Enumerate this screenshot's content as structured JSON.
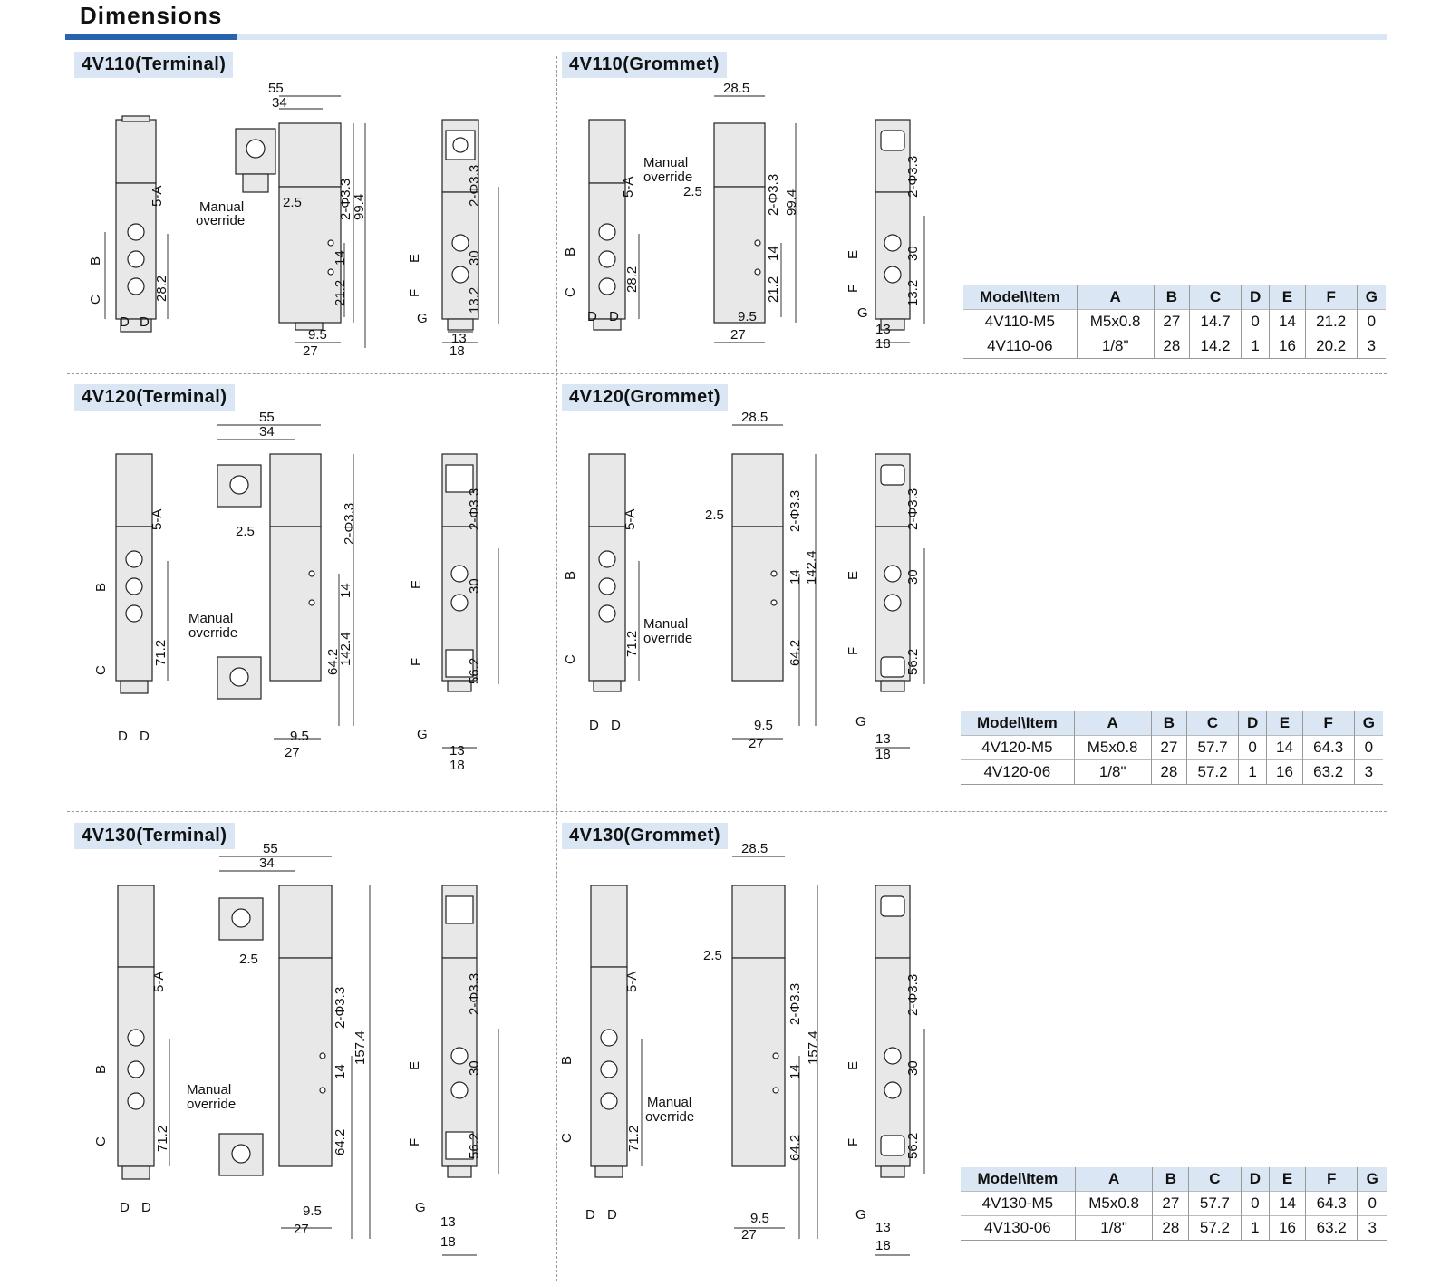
{
  "title": "Dimensions",
  "sections": [
    {
      "label": "4V110(Terminal)"
    },
    {
      "label": "4V110(Grommet)"
    },
    {
      "label": "4V120(Terminal)"
    },
    {
      "label": "4V120(Grommet)"
    },
    {
      "label": "4V130(Terminal)"
    },
    {
      "label": "4V130(Grommet)"
    }
  ],
  "callouts": {
    "manual": "Manual",
    "override": "override"
  },
  "table_header": [
    "Model\\Item",
    "A",
    "B",
    "C",
    "D",
    "E",
    "F",
    "G"
  ],
  "tables": [
    {
      "rows": [
        [
          "4V110-M5",
          "M5x0.8",
          "27",
          "14.7",
          "0",
          "14",
          "21.2",
          "0"
        ],
        [
          "4V110-06",
          "1/8\"",
          "28",
          "14.2",
          "1",
          "16",
          "20.2",
          "3"
        ]
      ]
    },
    {
      "rows": [
        [
          "4V120-M5",
          "M5x0.8",
          "27",
          "57.7",
          "0",
          "14",
          "64.3",
          "0"
        ],
        [
          "4V120-06",
          "1/8\"",
          "28",
          "57.2",
          "1",
          "16",
          "63.2",
          "3"
        ]
      ]
    },
    {
      "rows": [
        [
          "4V130-M5",
          "M5x0.8",
          "27",
          "57.7",
          "0",
          "14",
          "64.3",
          "0"
        ],
        [
          "4V130-06",
          "1/8\"",
          "28",
          "57.2",
          "1",
          "16",
          "63.2",
          "3"
        ]
      ]
    }
  ],
  "dims": {
    "w55": "55",
    "w34": "34",
    "w28_5": "28.5",
    "w27": "27",
    "w9_5": "9.5",
    "w13": "13",
    "w18": "18",
    "h2_5": "2.5",
    "holes": "2-Φ3.3",
    "port_a": "5-A",
    "B": "B",
    "C": "C",
    "D": "D",
    "E": "E",
    "F": "F",
    "G": "G",
    "h14": "14",
    "h30": "30",
    "h28_2": "28.2",
    "h21_2": "21.2",
    "h13_2": "13.2",
    "h99_4": "99.4",
    "h71_2": "71.2",
    "h64_2": "64.2",
    "h56_2": "56.2",
    "h142_4": "142.4",
    "h157_4": "157.4"
  }
}
